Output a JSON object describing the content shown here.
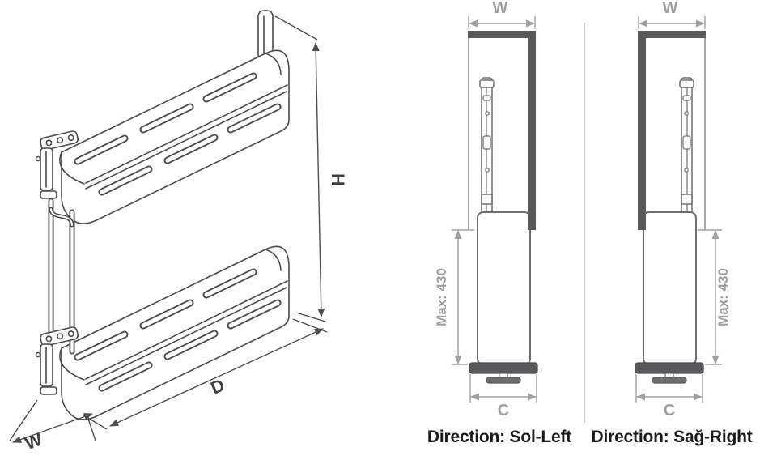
{
  "colors": {
    "panel_dark": "#58595b",
    "drawing_line": "#4a4a4b",
    "dimension_gray": "#9d9fa2",
    "direction_text": "#1b1b1b"
  },
  "isometric": {
    "height_label": "H",
    "depth_label": "D",
    "width_label": "W"
  },
  "views": [
    {
      "name": "sol-left",
      "width_label": "W",
      "max_height_label": "Max: 430",
      "base_width_label": "C",
      "direction_label": "Direction: Sol-Left"
    },
    {
      "name": "sag-right",
      "width_label": "W",
      "max_height_label": "Max: 430",
      "base_width_label": "C",
      "direction_label": "Direction: Sağ-Right"
    }
  ]
}
